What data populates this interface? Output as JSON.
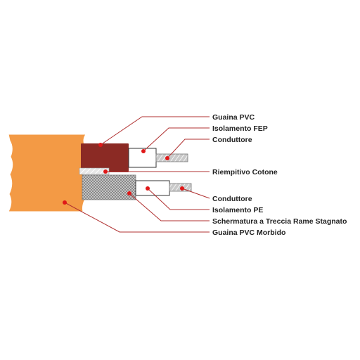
{
  "diagram": {
    "colors": {
      "outer_jacket": "#f39a45",
      "pvc_jacket": "#8b2a24",
      "leader": "#b03030",
      "dot": "#e01818"
    },
    "labels": [
      {
        "id": "guaina-pvc",
        "text": "Guaina PVC"
      },
      {
        "id": "isolamento-fep",
        "text": "Isolamento FEP"
      },
      {
        "id": "conduttore-top",
        "text": "Conduttore"
      },
      {
        "id": "riempitivo-cotone",
        "text": "Riempitivo Cotone"
      },
      {
        "id": "conduttore-bottom",
        "text": "Conduttore"
      },
      {
        "id": "isolamento-pe",
        "text": "Isolamento PE"
      },
      {
        "id": "schermatura",
        "text": "Schermatura a Treccia Rame Stagnato"
      },
      {
        "id": "guaina-pvc-morbido",
        "text": "Guaina PVC Morbido"
      }
    ]
  }
}
